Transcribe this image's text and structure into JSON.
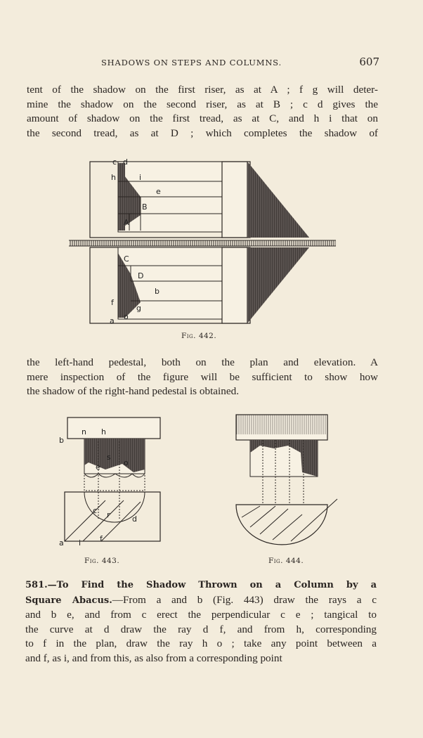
{
  "header": {
    "title": "SHADOWS ON STEPS AND COLUMNS.",
    "page_number": "607"
  },
  "para1": {
    "lines": [
      "tent of the shadow on the first riser, as at A ; f g will deter-",
      "mine the shadow on the second riser, as at B ; c d gives the",
      "amount of shadow on the first tread, as at C, and h i that on",
      "the second tread, as at D ; which completes the shadow of"
    ]
  },
  "fig442": {
    "caption": "Fig. 442.",
    "labels": {
      "c": "c",
      "d": "d",
      "h": "h",
      "i": "i",
      "e": "e",
      "B": "B",
      "A": "A",
      "C": "C",
      "D": "D",
      "b": "b",
      "f": "f",
      "g": "g",
      "a": "a",
      "o": "o"
    }
  },
  "para2": {
    "lines": [
      "the left-hand pedestal, both on the plan and elevation. A",
      "mere inspection of the figure will be sufficient to show how",
      "the shadow of the right-hand pedestal is obtained."
    ]
  },
  "fig443": {
    "caption": "Fig. 443.",
    "labels": {
      "b": "b",
      "n": "n",
      "h": "h",
      "e": "e",
      "s": "s",
      "o": "o",
      "c": "c",
      "r": "r",
      "d": "d",
      "a": "a",
      "i": "i",
      "f": "f"
    }
  },
  "fig444": {
    "caption": "Fig. 444."
  },
  "section": {
    "number": "581.",
    "heading": "—To Find the Shadow Thrown on a Column by a",
    "heading2": "Square Abacus.",
    "lines": [
      "—From a and b (Fig. 443) draw the rays a c",
      "and b e, and from c erect the perpendicular c e ; tangical to",
      "the curve at d draw the ray d f, and from h, corresponding",
      "to f in the plan, draw the ray h o ; take any point between a",
      "and f, as i, and from this, as also from a corresponding point"
    ]
  }
}
